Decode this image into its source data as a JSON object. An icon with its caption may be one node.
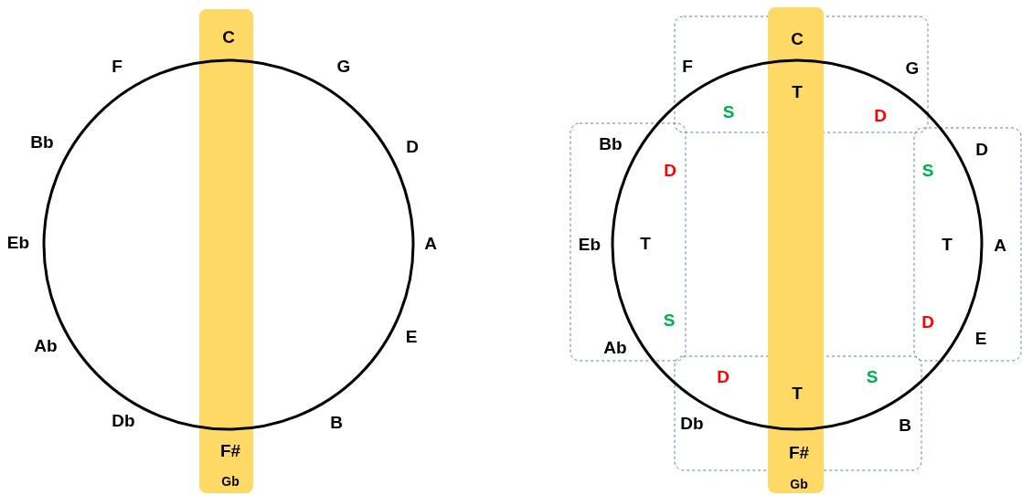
{
  "diagram": {
    "labels": [
      "C",
      "F",
      "G",
      "Bb",
      "D",
      "Eb",
      "A",
      "E",
      "Ab",
      "Db",
      "B",
      "F#",
      "Gb",
      "C",
      "F",
      "G",
      "T",
      "S",
      "D",
      "Bb",
      "D",
      "D",
      "S",
      "Eb",
      "T",
      "T",
      "A",
      "S",
      "D",
      "E",
      "Ab",
      "D",
      "S",
      "T",
      "Db",
      "B",
      "F#",
      "Gb"
    ]
  }
}
